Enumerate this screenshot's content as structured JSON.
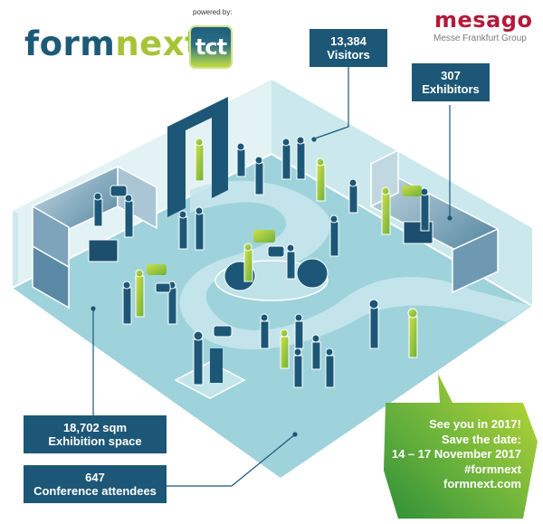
{
  "header": {
    "formnext_logo": {
      "part1": "form",
      "part2": "next"
    },
    "powered_by": "powered by:",
    "tct_logo": "tct",
    "mesago_logo": "mesago",
    "mesago_subtitle": "Messe Frankfurt Group"
  },
  "stats": {
    "visitors": {
      "value": "13,384",
      "label": "Visitors"
    },
    "exhibitors": {
      "value": "307",
      "label": "Exhibitors"
    },
    "space": {
      "value": "18,702 sqm",
      "label": "Exhibition space"
    },
    "conference": {
      "value": "647",
      "label": "Conference attendees"
    }
  },
  "callout": {
    "line1": "See you in 2017!",
    "line2": "Save the date:",
    "line3": "14 – 17 November 2017",
    "line4": "#formnext",
    "line5": "formnext.com"
  },
  "colors": {
    "navy": "#1c5777",
    "lime": "#a6c437",
    "floor": "#9fd3dc",
    "wall": "#d4ecef",
    "mesago_red": "#b31a3a",
    "bubble_top": "#b9d236",
    "bubble_bottom": "#3a9a3a"
  }
}
